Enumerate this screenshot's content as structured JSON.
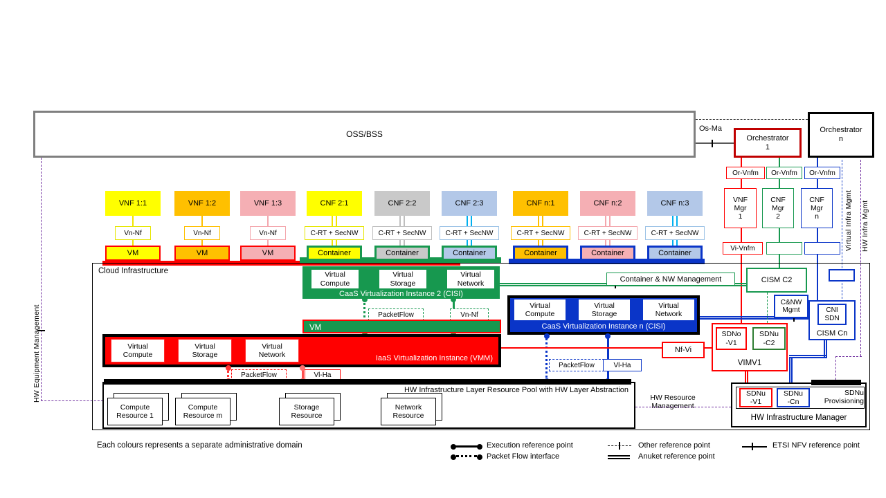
{
  "colors": {
    "yellow": "#ffff00",
    "orange": "#ffc000",
    "pink": "#f5afb4",
    "gray": "#c9c9c9",
    "light_blue": "#b3c8e8",
    "cyan": "#00b0f0",
    "green": "#17984f",
    "red": "#ff0000",
    "dark_red": "#c00000",
    "blue": "#0a35c8",
    "purple": "#7030a0",
    "oss_border_gray": "#7f7f7f"
  },
  "top": {
    "oss_bss": "OSS/BSS",
    "os_ma": "Os-Ma",
    "orchestrator_1": "Orchestrator\n1",
    "orchestrator_n": "Orchestrator\nn"
  },
  "mgmt": {
    "or_vnfm_1": "Or-Vnfm",
    "or_vnfm_2": "Or-Vnfm",
    "or_vnfm_3": "Or-Vnfm",
    "vnf_mgr_1": "VNF\nMgr\n1",
    "cnf_mgr_2": "CNF\nMgr\n2",
    "cnf_mgr_n": "CNF\nMgr\nn",
    "vi_vnfm": "Vi-Vnfm"
  },
  "side_labels": {
    "hw_equipment_management": "HW Equipment Management",
    "virtual_infra_mgmt": "Virtual Infra Mgmt",
    "hw_infra_mgmt": "HW Infra Mgmt"
  },
  "columns": [
    {
      "nf": "VNF 1:1",
      "iface": "Vn-Nf",
      "unit": "VM"
    },
    {
      "nf": "VNF 1:2",
      "iface": "Vn-Nf",
      "unit": "VM"
    },
    {
      "nf": "VNF 1:3",
      "iface": "Vn-Nf",
      "unit": "VM"
    },
    {
      "nf": "CNF 2:1",
      "iface": "C-RT + SecNW",
      "unit": "Container"
    },
    {
      "nf": "CNF 2:2",
      "iface": "C-RT + SecNW",
      "unit": "Container"
    },
    {
      "nf": "CNF 2:3",
      "iface": "C-RT + SecNW",
      "unit": "Container"
    },
    {
      "nf": "CNF n:1",
      "iface": "C-RT + SecNW",
      "unit": "Container"
    },
    {
      "nf": "CNF n:2",
      "iface": "C-RT + SecNW",
      "unit": "Container"
    },
    {
      "nf": "CNF n:3",
      "iface": "C-RT + SecNW",
      "unit": "Container"
    }
  ],
  "cloud": {
    "label": "Cloud  Infrastructure",
    "caas2": {
      "virtual_compute": "Virtual\nCompute",
      "virtual_storage": "Virtual\nStorage",
      "virtual_network": "Virtual\nNetwork",
      "title": "CaaS Virtualization Instance 2 (CISI)",
      "packetflow": "PacketFlow",
      "vn_nf": "Vn-Nf"
    },
    "vm_bar": "VM",
    "iaas": {
      "virtual_compute": "Virtual\nCompute",
      "virtual_storage": "Virtual\nStorage",
      "virtual_network": "Virtual\nNetwork",
      "title": "IaaS Virtualization Instance (VMM)",
      "packetflow": "PacketFlow",
      "vl_ha": "Vl-Ha"
    },
    "caasn": {
      "virtual_compute": "Virtual\nCompute",
      "virtual_storage": "Virtual\nStorage",
      "virtual_network": "Virtual\nNetwork",
      "title": "CaaS Virtualization Instance n (CISI)",
      "packetflow": "PacketFlow",
      "vl_ha": "Vl-Ha"
    },
    "container_nw_management": "Container & NW  Management",
    "cism_c2": "CISM C2",
    "cnw_mgmt": "C&NW\nMgmt",
    "cni_sdn": "CNI\nSDN",
    "cism_cn": "CISM Cn",
    "nf_vi": "Nf-Vi",
    "vim": {
      "sdno_v1": "SDNo\n-V1",
      "sdnu_c2": "SDNu\n-C2",
      "title": "VIMV1"
    }
  },
  "hw": {
    "pool_title": "HW Infrastructure Layer Resource Pool with HW Layer Abstraction",
    "resources": [
      {
        "label": "Compute\nResource 1"
      },
      {
        "label": "Compute\nResource m"
      },
      {
        "label": "Storage\nResource"
      },
      {
        "label": "Network\nResource"
      }
    ],
    "hw_resource_management": "HW Resource\nManagement",
    "manager": {
      "sdnu_v1": "SDNu\n-V1",
      "sdnu_cn": "SDNu\n-Cn",
      "sdnu_provisioning": "SDNu\nProvisioning",
      "title": "HW Infrastructure Manager"
    }
  },
  "footnote": "Each colours represents a separate administrative domain",
  "legend": {
    "execution": "Execution reference point",
    "packet_flow": "Packet Flow interface",
    "other": "Other reference point",
    "anuket": "Anuket reference point",
    "etsi": "ETSI NFV reference point"
  }
}
